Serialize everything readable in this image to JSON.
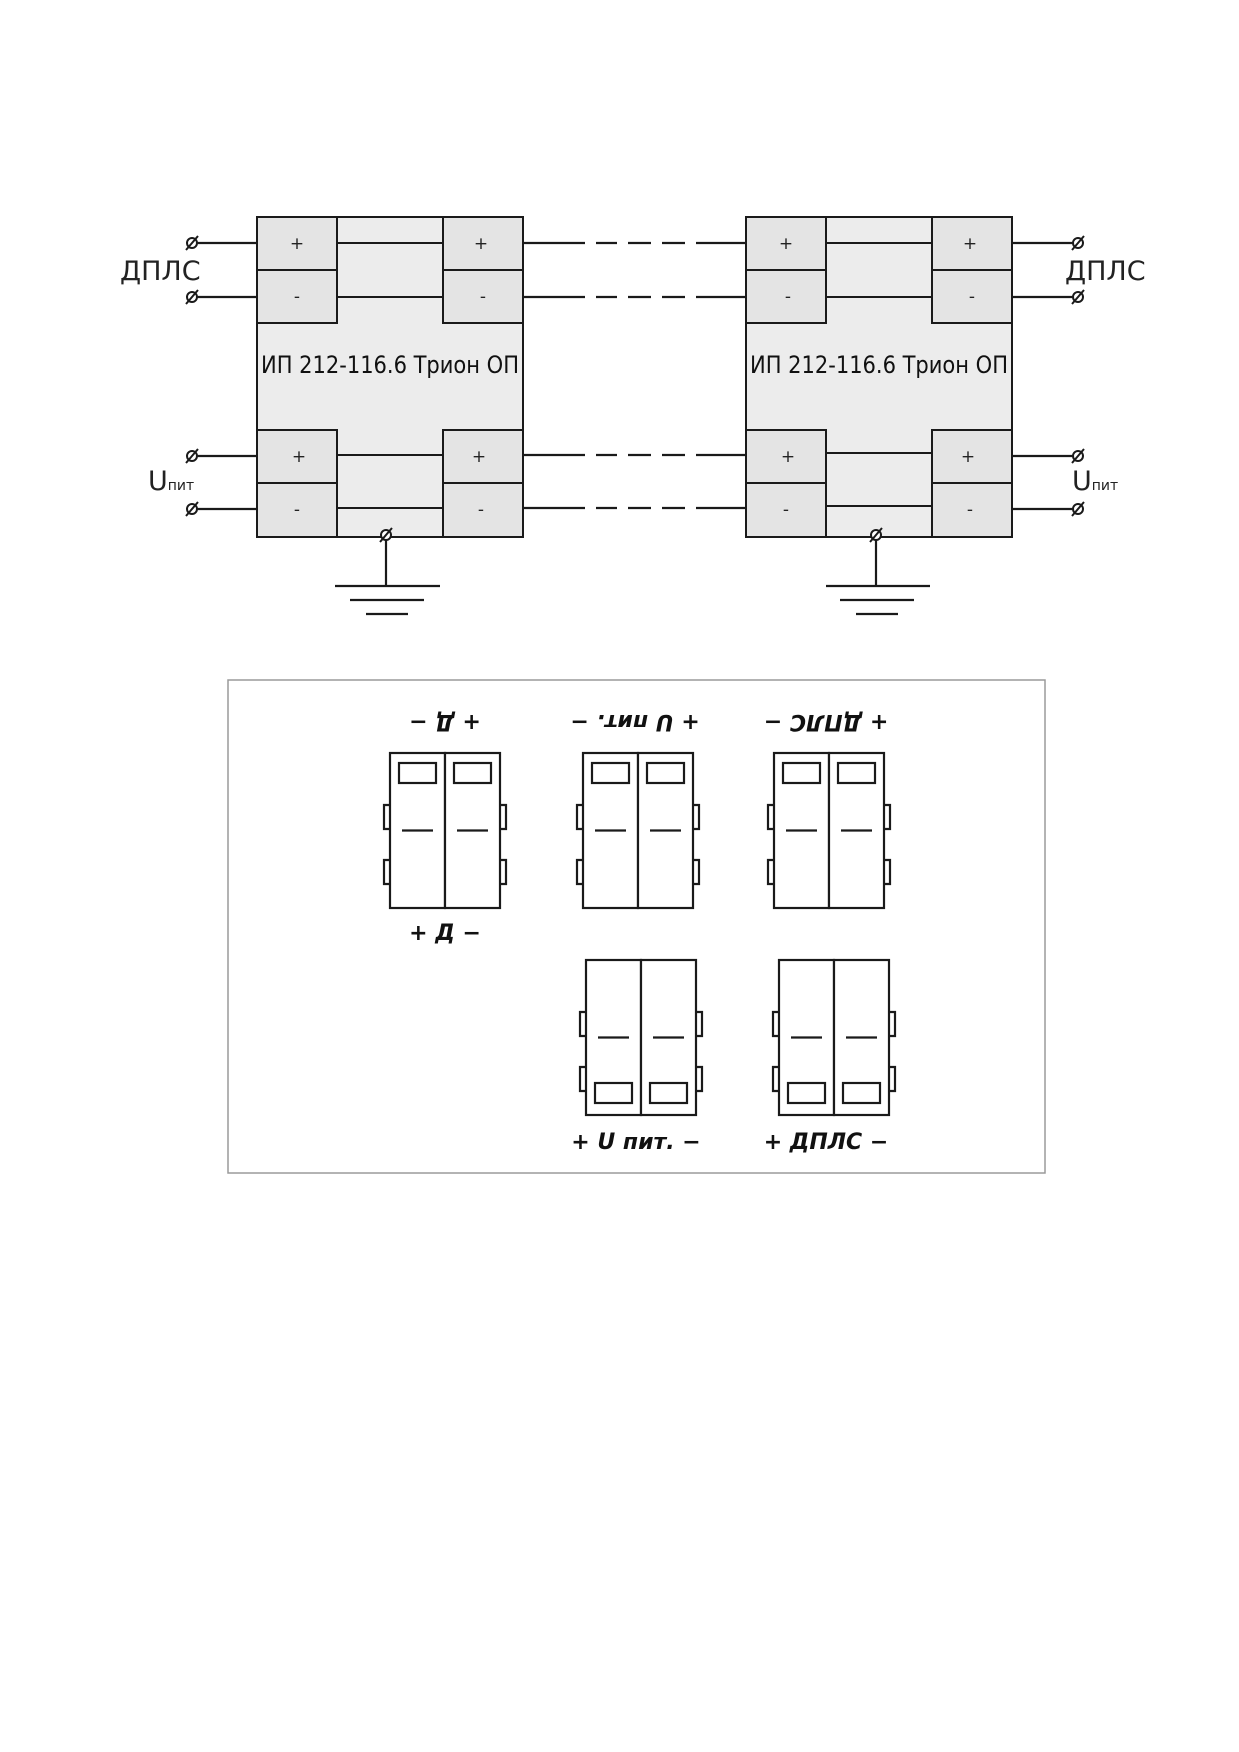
{
  "schematic": {
    "device_label": "ИП 212-116.6 Трион ОП",
    "terminal_plus": "+",
    "terminal_minus": "-",
    "left_line_label": "ДПЛС",
    "right_line_label": "ДПЛС",
    "power_label_main": "U",
    "power_label_sub": "пит"
  },
  "connectors": {
    "top_left_label": "+ Д −",
    "top_left_bottom_label": "+ Д −",
    "top_middle_label": "+ U пит. −",
    "top_right_label": "+ ДПЛС −",
    "bottom_middle_label": "+ U пит. −",
    "bottom_right_label": "+ ДПЛС −"
  },
  "colors": {
    "stroke": "#1a1a1a",
    "device_fill": "#ececec",
    "cell_fill": "#e4e4e4",
    "frame": "#9a9a9a"
  }
}
